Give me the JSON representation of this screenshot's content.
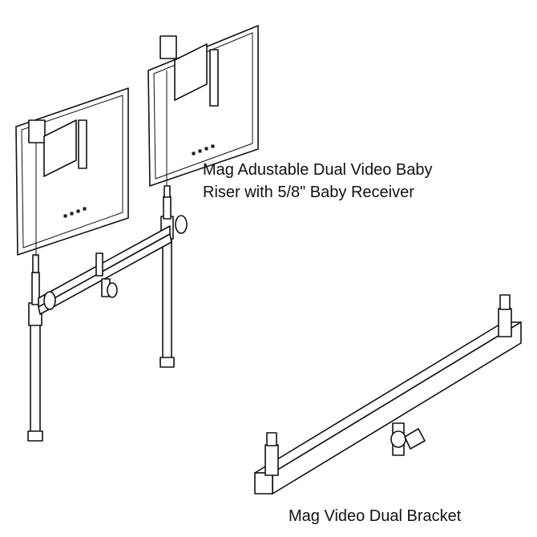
{
  "labels": {
    "riser_line1": "Mag Adustable Dual Video Baby",
    "riser_line2": "Riser with 5/8\" Baby Receiver",
    "bracket": "Mag Video Dual Bracket"
  }
}
